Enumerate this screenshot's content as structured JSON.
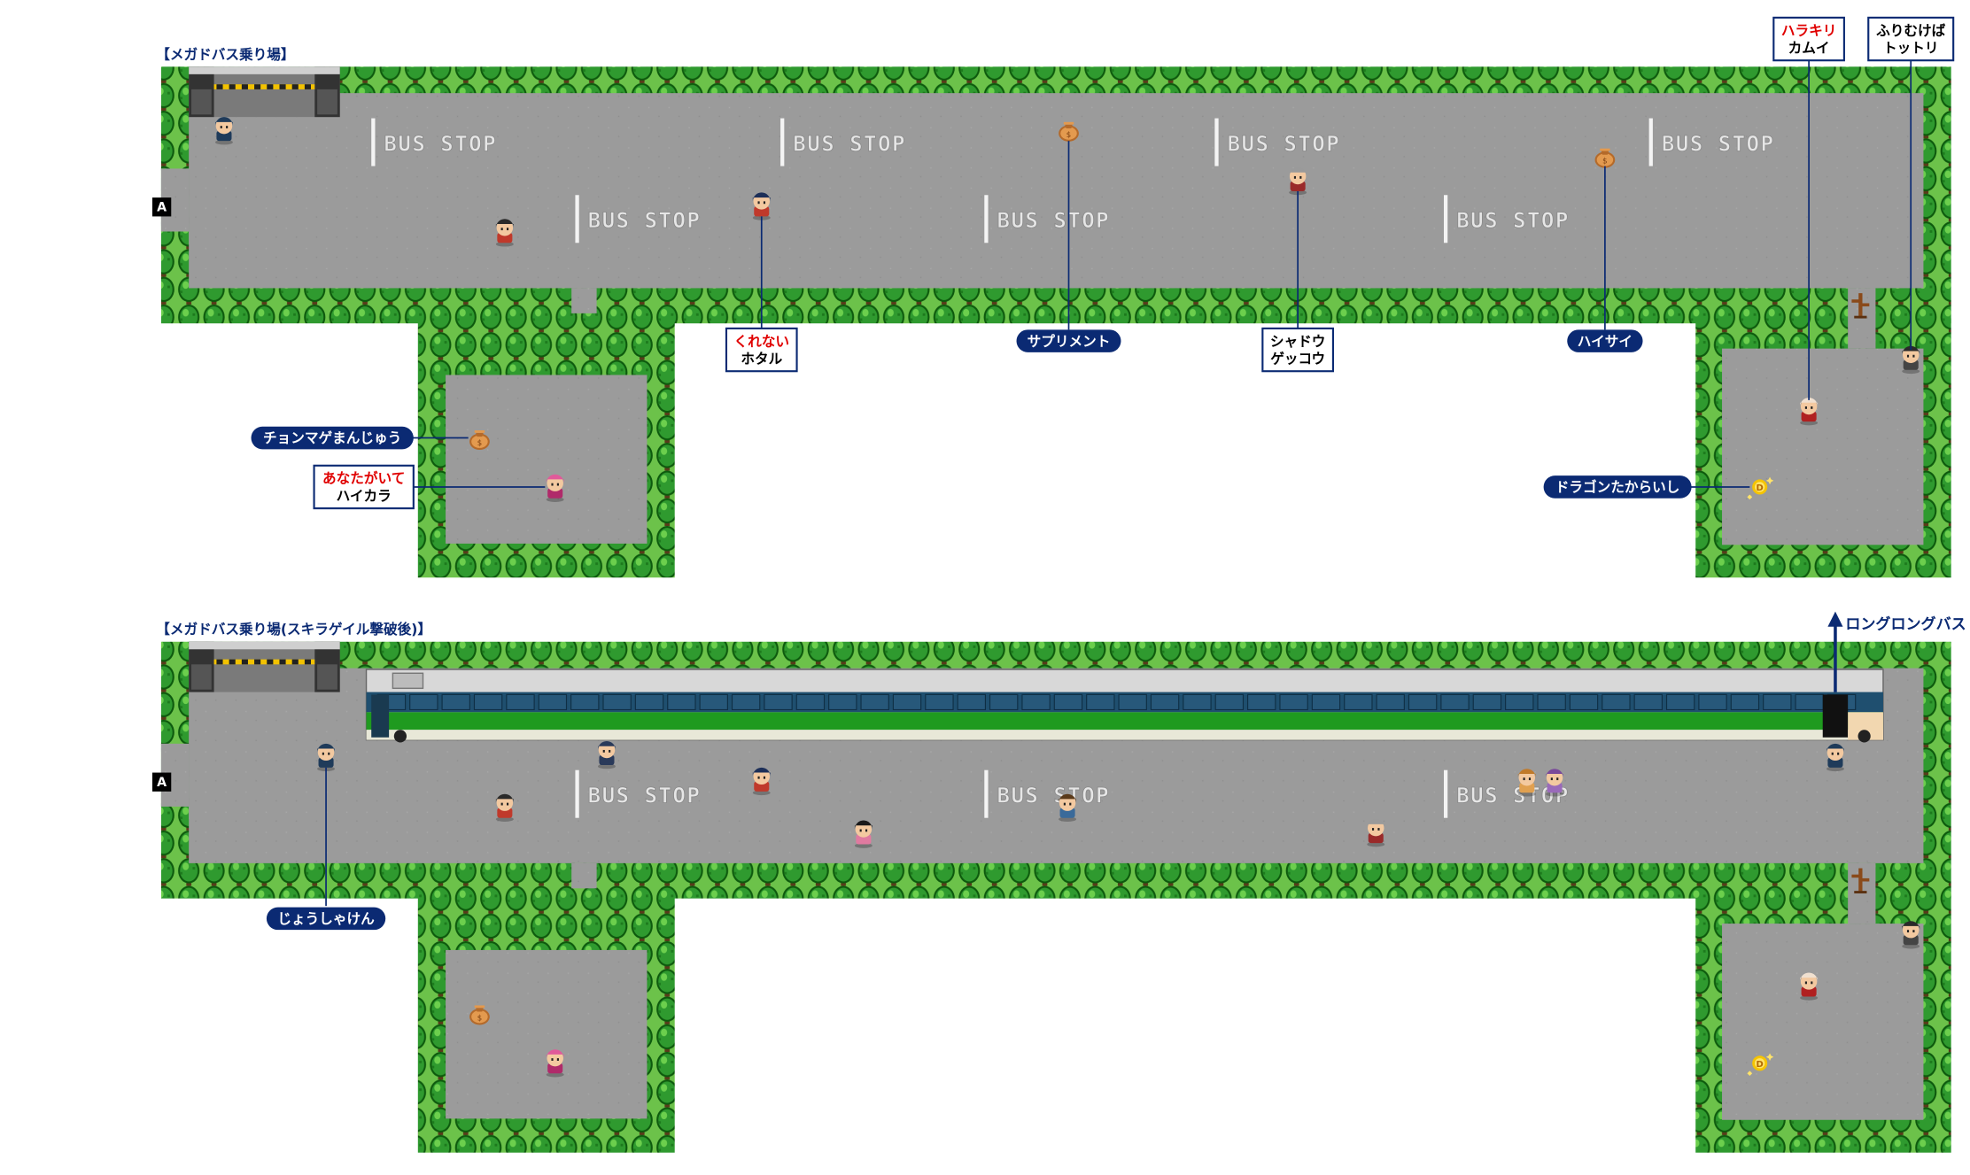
{
  "maps": [
    {
      "title": "【メガドバス乗り場】",
      "marker": "A",
      "bus_stop_text": "BUS STOP",
      "callouts": [
        {
          "id": "hotaru",
          "style": "box",
          "red": "くれない",
          "black": "ホタル",
          "kind": "npc"
        },
        {
          "id": "supplement",
          "style": "dark",
          "text": "サプリメント",
          "kind": "item"
        },
        {
          "id": "gekkou",
          "style": "box",
          "red": "",
          "black": "シャドウ",
          "black2": "ゲッコウ",
          "kind": "npc"
        },
        {
          "id": "haisai",
          "style": "dark",
          "text": "ハイサイ",
          "kind": "item"
        },
        {
          "id": "kamui",
          "style": "box",
          "red": "ハラキリ",
          "black": "カムイ",
          "kind": "npc"
        },
        {
          "id": "tottori",
          "style": "box",
          "red": "",
          "black": "ふりむけば",
          "black2": "トットリ",
          "kind": "npc"
        },
        {
          "id": "manjuu",
          "style": "dark",
          "text": "チョンマゲまんじゅう",
          "kind": "item"
        },
        {
          "id": "haikara",
          "style": "box",
          "red": "あなたがいて",
          "black": "ハイカラ",
          "kind": "npc"
        },
        {
          "id": "dragon",
          "style": "dark",
          "text": "ドラゴンたからいし",
          "kind": "item"
        }
      ]
    },
    {
      "title": "【メガドバス乗り場(スキラゲイル撃破後)】",
      "marker": "A",
      "bus_stop_text": "BUS STOP",
      "exit_label": "ロングロングバス",
      "callouts": [
        {
          "id": "joushaken",
          "style": "dark",
          "text": "じょうしゃけん",
          "kind": "npc"
        }
      ]
    }
  ],
  "colors": {
    "road": "#9b9b9b",
    "tree": "#2f9a2f",
    "tree_dark": "#0d5a0d",
    "navy": "#0b2a73",
    "bus_green": "#1f9a1f",
    "bus_window": "#1f4f6f",
    "red_label": "#e00000"
  },
  "icons": [
    "tree-icon",
    "item-bag-icon",
    "npc-sprite-icon",
    "gate-icon",
    "bus-icon",
    "dead-tree-icon",
    "dragon-gem-icon",
    "up-arrow-icon"
  ]
}
